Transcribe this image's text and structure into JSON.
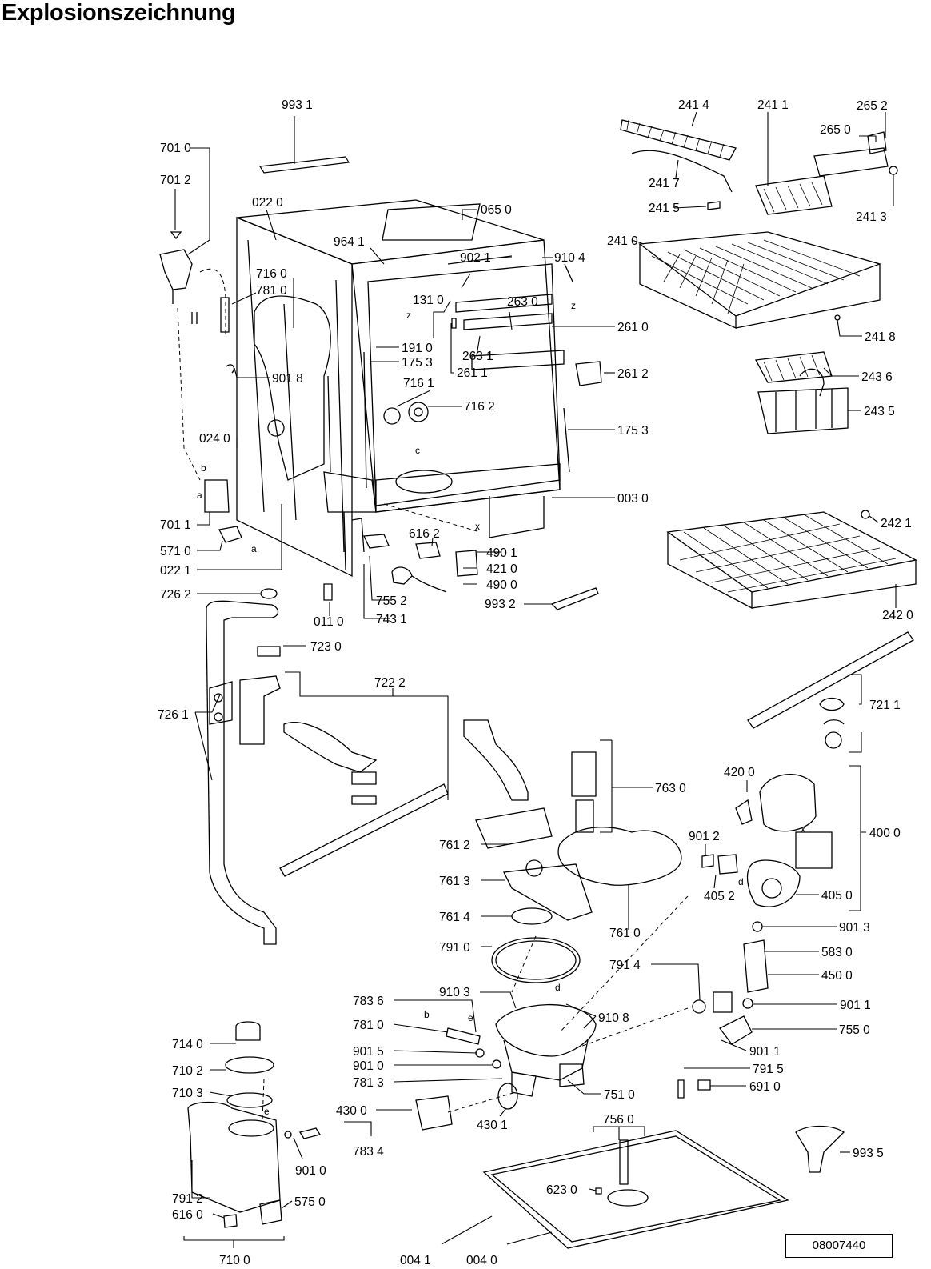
{
  "title": "Explosionszeichnung",
  "document_number": "08007440",
  "parts": [
    {
      "id": "p9931",
      "label": "993 1"
    },
    {
      "id": "p7010",
      "label": "701 0"
    },
    {
      "id": "p7012",
      "label": "701 2"
    },
    {
      "id": "p0220",
      "label": "022 0"
    },
    {
      "id": "p0650",
      "label": "065 0"
    },
    {
      "id": "p9641",
      "label": "964 1"
    },
    {
      "id": "p9021",
      "label": "902 1"
    },
    {
      "id": "p9104",
      "label": "910 4"
    },
    {
      "id": "p7160",
      "label": "716 0"
    },
    {
      "id": "p7810a",
      "label": "781 0"
    },
    {
      "id": "p1310",
      "label": "131 0"
    },
    {
      "id": "p2630",
      "label": "263 0"
    },
    {
      "id": "p2610",
      "label": "261 0"
    },
    {
      "id": "p1910",
      "label": "191 0"
    },
    {
      "id": "p1753a",
      "label": "175 3"
    },
    {
      "id": "p2631",
      "label": "263 1"
    },
    {
      "id": "p2611",
      "label": "261 1"
    },
    {
      "id": "p2612",
      "label": "261 2"
    },
    {
      "id": "p9018",
      "label": "901 8"
    },
    {
      "id": "p7161",
      "label": "716 1"
    },
    {
      "id": "p7162",
      "label": "716 2"
    },
    {
      "id": "p1753b",
      "label": "175 3"
    },
    {
      "id": "p0240",
      "label": "024 0"
    },
    {
      "id": "p0030",
      "label": "003 0"
    },
    {
      "id": "p7011",
      "label": "701 1"
    },
    {
      "id": "p5710",
      "label": "571 0"
    },
    {
      "id": "p6162a",
      "label": "616 2"
    },
    {
      "id": "p4901",
      "label": "490 1"
    },
    {
      "id": "p0221",
      "label": "022 1"
    },
    {
      "id": "p4210",
      "label": "421 0"
    },
    {
      "id": "p4900",
      "label": "490 0"
    },
    {
      "id": "p7262",
      "label": "726 2"
    },
    {
      "id": "p7552",
      "label": "755 2"
    },
    {
      "id": "p9932",
      "label": "993 2"
    },
    {
      "id": "p0110",
      "label": "011 0"
    },
    {
      "id": "p7431",
      "label": "743 1"
    },
    {
      "id": "p7230",
      "label": "723 0"
    },
    {
      "id": "p7222",
      "label": "722 2"
    },
    {
      "id": "p7261",
      "label": "726 1"
    },
    {
      "id": "p2414",
      "label": "241 4"
    },
    {
      "id": "p2411",
      "label": "241 1"
    },
    {
      "id": "p2652",
      "label": "265 2"
    },
    {
      "id": "p2650",
      "label": "265 0"
    },
    {
      "id": "p2417",
      "label": "241 7"
    },
    {
      "id": "p2415",
      "label": "241 5"
    },
    {
      "id": "p2413",
      "label": "241 3"
    },
    {
      "id": "p2410",
      "label": "241 0"
    },
    {
      "id": "p2418",
      "label": "241 8"
    },
    {
      "id": "p2436",
      "label": "243 6"
    },
    {
      "id": "p2435",
      "label": "243 5"
    },
    {
      "id": "p2421",
      "label": "242 1"
    },
    {
      "id": "p2420",
      "label": "242 0"
    },
    {
      "id": "p7211",
      "label": "721 1"
    },
    {
      "id": "p7630",
      "label": "763 0"
    },
    {
      "id": "p4200",
      "label": "420 0"
    },
    {
      "id": "p4000",
      "label": "400 0"
    },
    {
      "id": "p7612",
      "label": "761 2"
    },
    {
      "id": "p9012",
      "label": "901 2"
    },
    {
      "id": "p7613",
      "label": "761 3"
    },
    {
      "id": "p4052",
      "label": "405 2"
    },
    {
      "id": "p4050",
      "label": "405 0"
    },
    {
      "id": "p7614",
      "label": "761 4"
    },
    {
      "id": "p7610",
      "label": "761 0"
    },
    {
      "id": "p9013",
      "label": "901 3"
    },
    {
      "id": "p7910",
      "label": "791 0"
    },
    {
      "id": "p7914",
      "label": "791 4"
    },
    {
      "id": "p5830",
      "label": "583 0"
    },
    {
      "id": "p4500",
      "label": "450 0"
    },
    {
      "id": "p7836",
      "label": "783 6"
    },
    {
      "id": "p9103",
      "label": "910 3"
    },
    {
      "id": "p9108",
      "label": "910 8"
    },
    {
      "id": "p9011a",
      "label": "901 1"
    },
    {
      "id": "p7810b",
      "label": "781 0"
    },
    {
      "id": "p7550",
      "label": "755 0"
    },
    {
      "id": "p9015",
      "label": "901 5"
    },
    {
      "id": "p9011b",
      "label": "901 1"
    },
    {
      "id": "p9010a",
      "label": "901 0"
    },
    {
      "id": "p7915",
      "label": "791 5"
    },
    {
      "id": "p7813",
      "label": "781 3"
    },
    {
      "id": "p7510",
      "label": "751 0"
    },
    {
      "id": "p6910",
      "label": "691 0"
    },
    {
      "id": "p7140",
      "label": "714 0"
    },
    {
      "id": "p7102",
      "label": "710 2"
    },
    {
      "id": "p7103",
      "label": "710 3"
    },
    {
      "id": "p4300",
      "label": "430 0"
    },
    {
      "id": "p4301",
      "label": "430 1"
    },
    {
      "id": "p7560",
      "label": "756 0"
    },
    {
      "id": "p7834",
      "label": "783 4"
    },
    {
      "id": "p9010b",
      "label": "901 0"
    },
    {
      "id": "p6230",
      "label": "623 0"
    },
    {
      "id": "p9935",
      "label": "993 5"
    },
    {
      "id": "p7912",
      "label": "791 2"
    },
    {
      "id": "p5750",
      "label": "575 0"
    },
    {
      "id": "p6160",
      "label": "616 0"
    },
    {
      "id": "p7100",
      "label": "710 0"
    },
    {
      "id": "p0041",
      "label": "004 1"
    },
    {
      "id": "p0040",
      "label": "004 0"
    }
  ],
  "markers": [
    {
      "id": "mz1",
      "label": "z"
    },
    {
      "id": "mz2",
      "label": "z"
    },
    {
      "id": "mx",
      "label": "x"
    },
    {
      "id": "mc",
      "label": "c"
    },
    {
      "id": "ma1",
      "label": "a"
    },
    {
      "id": "ma2",
      "label": "a"
    },
    {
      "id": "mb1",
      "label": "b"
    },
    {
      "id": "mb2",
      "label": "b"
    },
    {
      "id": "md1",
      "label": "d"
    },
    {
      "id": "md2",
      "label": "d"
    },
    {
      "id": "me1",
      "label": "e"
    },
    {
      "id": "me2",
      "label": "e"
    },
    {
      "id": "mx2",
      "label": "x"
    }
  ]
}
